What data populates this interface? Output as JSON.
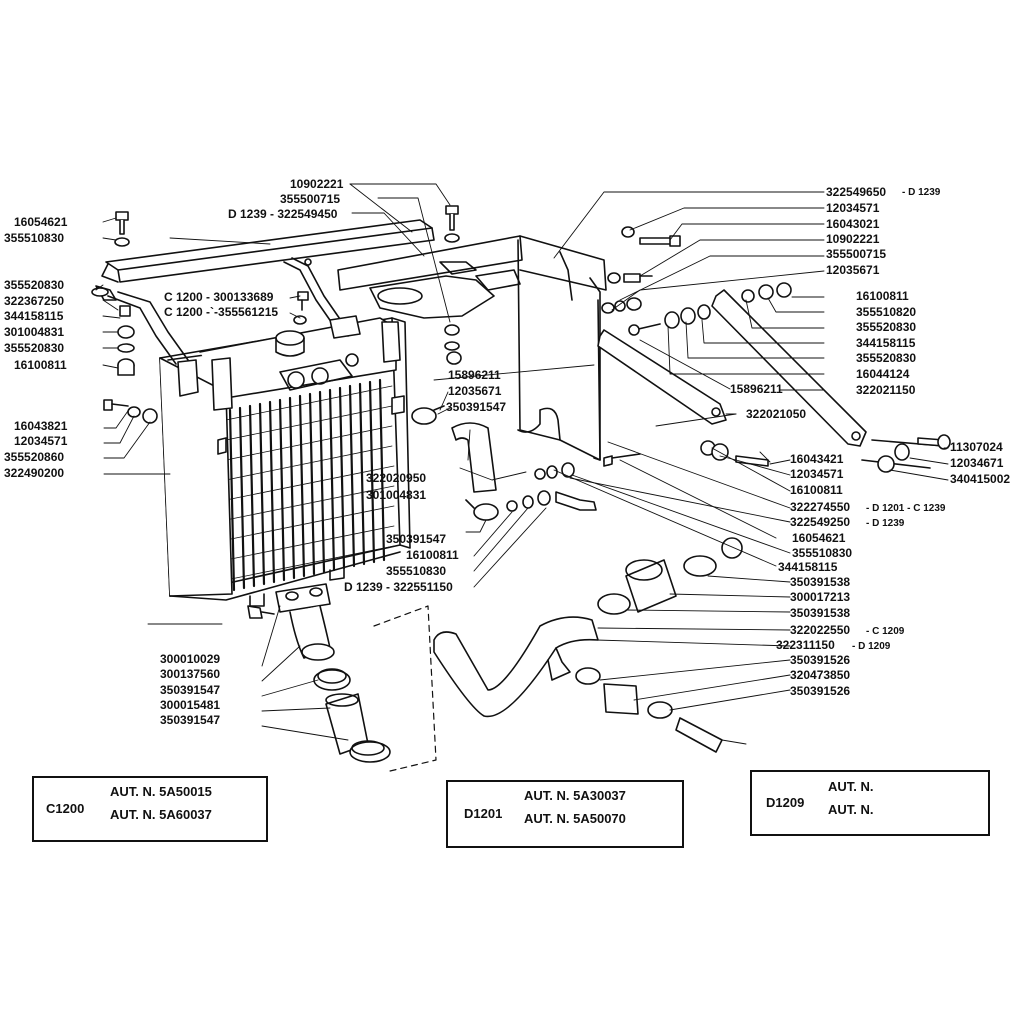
{
  "parts": {
    "p_10902221_top": "10902221",
    "p_355500715_top": "355500715",
    "p_d1239_322549450": "D 1239 - 322549450",
    "p_16054621_left": "16054621",
    "p_355510830_left": "355510830",
    "p_355520830_left": "355520830",
    "p_322367250": "322367250",
    "p_344158115_left": "344158115",
    "p_301004831_left": "301004831",
    "p_355520830_left2": "355520830",
    "p_16100811_left": "16100811",
    "p_c1200_300133689": "C 1200 - 300133689",
    "p_c1200_355561215": "C 1200 -`-355561215",
    "p_16043821": "16043821",
    "p_12034571_left": "12034571",
    "p_355520860": "355520860",
    "p_322490200": "322490200",
    "p_15896211_mid": "15896211",
    "p_12035671_mid": "12035671",
    "p_350391547_mid": "350391547",
    "p_322020950": "322020950",
    "p_301004831_mid": "301004831",
    "p_350391547_mid2": "350391547",
    "p_16100811_mid": "16100811",
    "p_355510830_mid": "355510830",
    "p_d1239_322551150": "D 1239 - 322551150",
    "p_300010029": "300010029",
    "p_300137560": "300137560",
    "p_350391547_low": "350391547",
    "p_300015481": "300015481",
    "p_350391547_low2": "350391547",
    "p_322549650": "322549650",
    "p_d1239_a": "- D 1239",
    "p_12034571_r": "12034571",
    "p_16043021": "16043021",
    "p_10902221_r": "10902221",
    "p_355500715_r": "355500715",
    "p_12035671_r": "12035671",
    "p_16100811_r": "16100811",
    "p_355510820": "355510820",
    "p_355520830_r": "355520830",
    "p_344158115_r": "344158115",
    "p_355520830_r2": "355520830",
    "p_16044124": "16044124",
    "p_15896211_r": "15896211",
    "p_322021150": "322021150",
    "p_322021050": "322021050",
    "p_11307024": "11307024",
    "p_12034671": "12034671",
    "p_340415002": "340415002",
    "p_16043421": "16043421",
    "p_12034571_r2": "12034571",
    "p_16100811_r2": "16100811",
    "p_322274550": "322274550",
    "p_d1201_c1239": "- D 1201 - C 1239",
    "p_322549250": "322549250",
    "p_d1239_b": "- D 1239",
    "p_16054621_r": "16054621",
    "p_355510830_r": "355510830",
    "p_344158115_r2": "344158115",
    "p_350391538": "350391538",
    "p_300017213": "300017213",
    "p_350391538_b": "350391538",
    "p_322022550": "322022550",
    "p_c1209": "- C 1209",
    "p_322311150": "322311150",
    "p_d1209": "- D 1209",
    "p_350391526": "350391526",
    "p_320473850": "320473850",
    "p_350391526_b": "350391526"
  },
  "models": [
    {
      "code": "C1200",
      "aut1": "AUT. N. 5A50015",
      "aut2": "AUT. N. 5A60037"
    },
    {
      "code": "D1201",
      "aut1": "AUT. N. 5A30037",
      "aut2": "AUT. N. 5A50070"
    },
    {
      "code": "D1209",
      "aut1": "AUT. N.",
      "aut2": "AUT. N."
    }
  ]
}
